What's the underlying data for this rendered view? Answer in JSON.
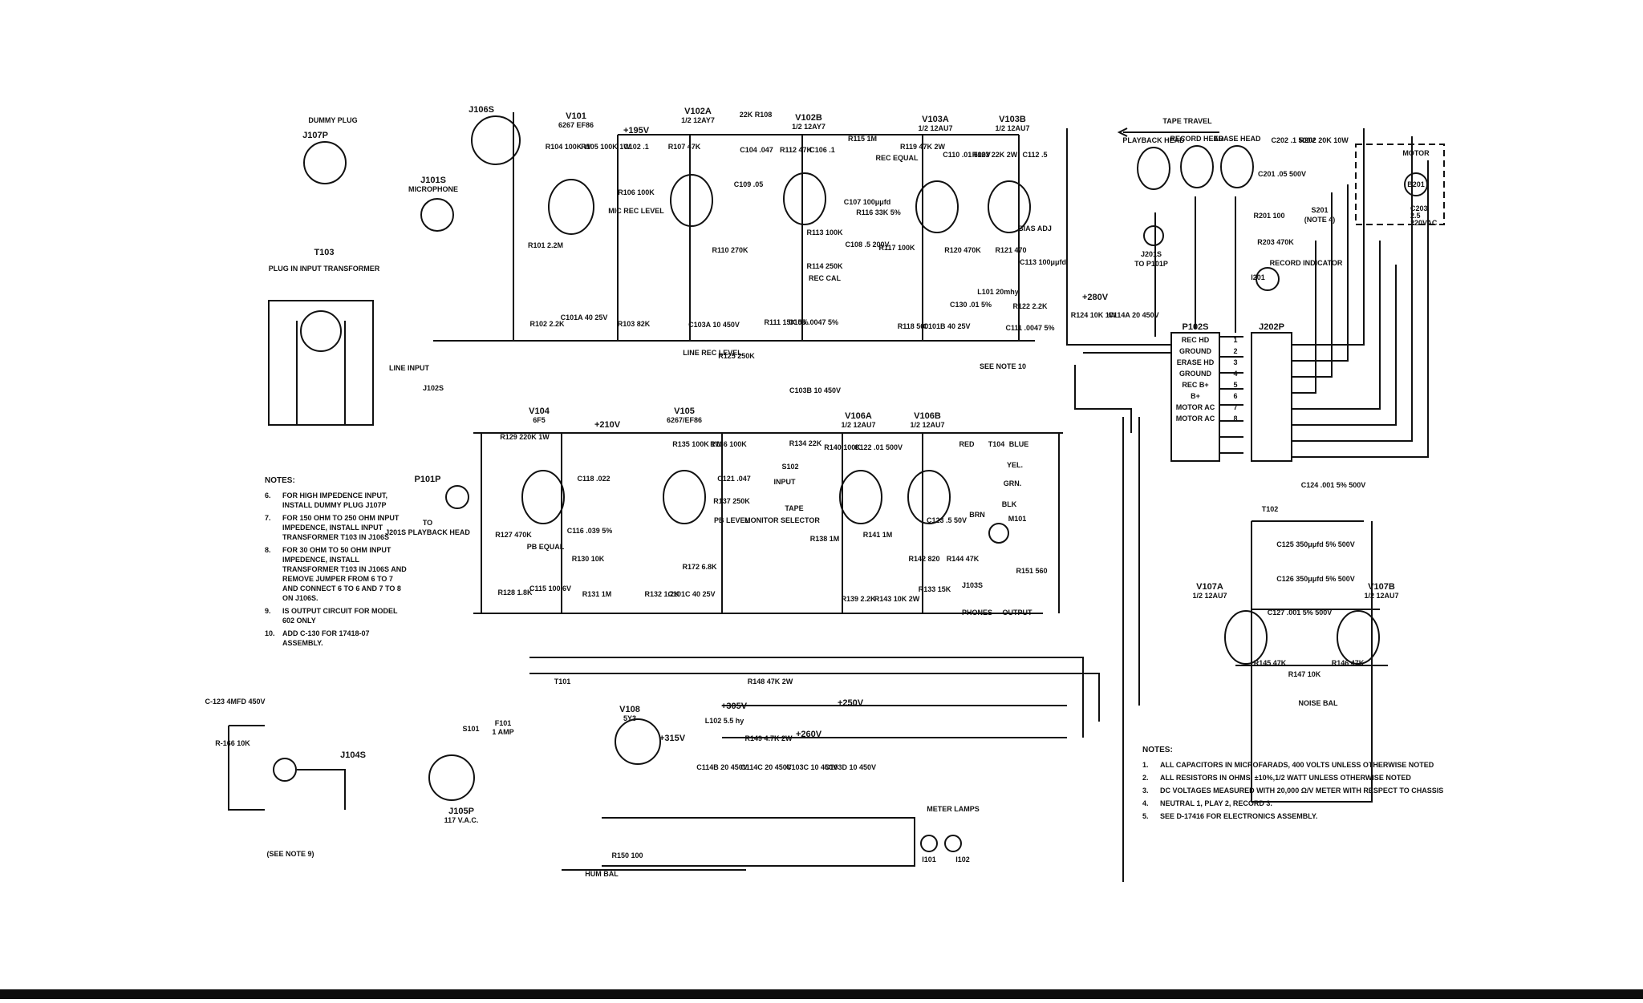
{
  "left_notes": {
    "heading": "NOTES:",
    "items": [
      {
        "num": "6.",
        "text": "FOR HIGH IMPEDENCE INPUT, INSTALL DUMMY PLUG J107P"
      },
      {
        "num": "7.",
        "text": "FOR 150 OHM TO 250 OHM INPUT IMPEDENCE, INSTALL INPUT TRANSFORMER T103 IN J106S"
      },
      {
        "num": "8.",
        "text": "FOR 30 OHM TO 50 OHM INPUT IMPEDENCE, INSTALL TRANSFORMER T103 IN J106S AND REMOVE JUMPER FROM 6 TO 7 AND CONNECT 6 TO 6 AND 7 TO 8 ON J106S."
      },
      {
        "num": "9.",
        "text": "IS OUTPUT CIRCUIT FOR MODEL 602 ONLY"
      },
      {
        "num": "10.",
        "text": "ADD C-130 FOR 17418-07 ASSEMBLY."
      }
    ]
  },
  "right_notes": {
    "heading": "NOTES:",
    "items": [
      {
        "num": "1.",
        "text": "ALL CAPACITORS IN MICROFARADS, 400 VOLTS UNLESS OTHERWISE NOTED"
      },
      {
        "num": "2.",
        "text": "ALL RESISTORS IN OHMS, ±10%,1/2 WATT UNLESS OTHERWISE NOTED"
      },
      {
        "num": "3.",
        "text": "DC VOLTAGES MEASURED WITH 20,000 Ω/V METER WITH RESPECT TO CHASSIS"
      },
      {
        "num": "4.",
        "text": "NEUTRAL 1, PLAY 2, RECORD 3."
      },
      {
        "num": "5.",
        "text": "SEE D-17416 FOR ELECTRONICS ASSEMBLY."
      }
    ]
  },
  "connectors": {
    "j107p": "J107P",
    "j107p_sub": "DUMMY PLUG",
    "j106s": "J106S",
    "j101s": "J101S",
    "j101s_sub": "MICROPHONE",
    "t103": "T103",
    "t103_sub": "PLUG IN INPUT TRANSFORMER",
    "line_input": "LINE INPUT",
    "j102s": "J102S",
    "p101p": "P101P",
    "p101p_to": "TO",
    "p101p_sub": "J201S PLAYBACK HEAD",
    "j105p": "J105P",
    "j105p_sub": "117 V.A.C.",
    "j201s": "J201S",
    "j201s_sub": "TO P101P",
    "p102s": "P102S",
    "j202p": "J202P",
    "phones": "PHONES",
    "output": "OUTPUT",
    "j103s": "J103S",
    "j104s": "J104S"
  },
  "tubes": [
    {
      "id": "v101",
      "name": "V101",
      "type": "6267 EF86"
    },
    {
      "id": "v102a",
      "name": "V102A",
      "type": "1/2 12AY7"
    },
    {
      "id": "v102b",
      "name": "V102B",
      "type": "1/2 12AY7"
    },
    {
      "id": "v103a",
      "name": "V103A",
      "type": "1/2 12AU7"
    },
    {
      "id": "v103b",
      "name": "V103B",
      "type": "1/2 12AU7"
    },
    {
      "id": "v104",
      "name": "V104",
      "type": "6F5"
    },
    {
      "id": "v105",
      "name": "V105",
      "type": "6267/EF86"
    },
    {
      "id": "v106a",
      "name": "V106A",
      "type": "1/2 12AU7"
    },
    {
      "id": "v106b",
      "name": "V106B",
      "type": "1/2 12AU7"
    },
    {
      "id": "v107a",
      "name": "V107A",
      "type": "1/2 12AU7"
    },
    {
      "id": "v107b",
      "name": "V107B",
      "type": "1/2 12AU7"
    },
    {
      "id": "v108",
      "name": "V108",
      "type": "5Y3"
    }
  ],
  "voltages": {
    "b195": "+195V",
    "b210": "+210V",
    "b280": "+280V",
    "b305": "+305V",
    "b250": "+250V",
    "b315": "+315V",
    "b260": "+260V"
  },
  "tape": {
    "travel": "TAPE TRAVEL",
    "playback": "PLAYBACK HEAD",
    "record": "RECORD HEAD",
    "erase": "ERASE HEAD"
  },
  "plug_rows": [
    "REC HD",
    "GROUND",
    "ERASE HD",
    "GROUND",
    "REC B+",
    "B+",
    "MOTOR AC",
    "MOTOR AC"
  ],
  "plug_nums": [
    "1",
    "2",
    "3",
    "4",
    "5",
    "6",
    "7",
    "8"
  ],
  "motor": {
    "label": "MOTOR",
    "b201": "B201",
    "c203": "C203",
    "c203_val": "2.5",
    "c203_v": "220VAC"
  },
  "controls": {
    "mic_rec_level": "MIC REC LEVEL",
    "line_rec_level": "LINE REC LEVEL",
    "rec_equal": "REC EQUAL",
    "rec_cal": "REC CAL",
    "bias_adj": "BIAS ADJ",
    "pb_equal": "PB EQUAL",
    "pb_level": "PB LEVEL",
    "monitor_selector": "MONITOR SELECTOR",
    "input": "INPUT",
    "tape": "TAPE",
    "noise_bal": "NOISE BAL",
    "hum_bal": "HUM BAL",
    "record_indicator": "RECORD INDICATOR",
    "meter_lamps": "METER LAMPS",
    "see_note_10": "SEE NOTE 10",
    "see_note_9": "(SEE NOTE 9)",
    "s201": "S201",
    "s201_note": "(NOTE 4)",
    "s101": "S101",
    "f101": "F101",
    "f101_sub": "1 AMP",
    "s102": "S102"
  },
  "t104": {
    "label": "T104",
    "red": "RED",
    "blue": "BLUE",
    "yel": "YEL.",
    "grn": "GRN.",
    "blk": "BLK",
    "brn": "BRN",
    "m101": "M101"
  },
  "parts": {
    "r104": "R104 100K W",
    "r105": "R105 100K 1W",
    "c102": "C102 .1",
    "r106": "R106 100K",
    "r107": "R107 47K",
    "r108": "22K R108",
    "c104": "C104 .047",
    "c109": "C109 .05",
    "r112": "R112 47K",
    "c106": "C106 .1",
    "r115": "R115 1M",
    "c107": "C107 100μμfd",
    "r116": "R116 33K 5%",
    "r119": "R119 47K 2W",
    "c110": "C110 .01 500V",
    "r123": "R123 22K 2W",
    "c112": "C112 .5",
    "r101": "R101 2.2M",
    "r102": "R102 2.2K",
    "c101a": "C101A 40 25V",
    "r103": "R103 82K",
    "r110": "R110 270K",
    "r113": "R113 100K",
    "r114": "R114 250K",
    "c108": "C108 .5 200V",
    "r117": "R117 100K",
    "r120": "R120 470K",
    "r121": "R121 470",
    "c113": "C113 100μμfd",
    "l101": "L101 20mhy",
    "r122": "R122 2.2K",
    "c130": "C130 .01 5%",
    "r118": "R118 560",
    "c101b": "C101B 40 25V",
    "c111": "C111 .0047 5%",
    "c103a": "C103A 10 450V",
    "r111": "R111 15K 5%",
    "c105": "C105 .0047 5%",
    "r125": "R125 250K",
    "c103b": "C103B 10 450V",
    "r124": "R124 10K 1W",
    "c114a": "C114A 20 450V",
    "r129": "R129 220K 1W",
    "r127": "R127 470K",
    "c118": "C118 .022",
    "c116": "C116 .039 5%",
    "r130": "R130 10K",
    "r128": "R128 1.8K",
    "c115": "C115 100 6V",
    "r131": "R131 1M",
    "r135": "R135 100K 1W",
    "r136": "R136 100K",
    "c121": "C121 .047",
    "r137": "R137 250K",
    "r132": "R132 1.2K",
    "r134": "R134 22K",
    "r138": "R138 1M",
    "r139": "R139 2.2K",
    "c101c": "C101C 40 25V",
    "r140": "R140 100K",
    "c122": "C122 .01 500V",
    "r141": "R141 1M",
    "r142": "R142 820",
    "r143": "R143 10K 2W",
    "r144": "R144 47K",
    "r133": "R133 15K",
    "r151": "R151 560",
    "c123": "C123 .5 50V",
    "r172": "R172 6.8K",
    "c202": "C202 .1 500V",
    "r202": "R202 20K 10W",
    "c201": "C201 .05 500V",
    "r201": "R201 100",
    "r203": "R203 470K",
    "i201": "I201",
    "c124": "C124 .001 5% 500V",
    "t102": "T102",
    "c125": "C125 350μμfd 5% 500V",
    "c126": "C126 350μμfd 5% 500V",
    "c127": "C127 .001 5% 500V",
    "r145": "R145 47K",
    "r146": "R146 47K",
    "r147": "R147 10K",
    "t101": "T101",
    "l102": "L102 5.5 hy",
    "r148": "R148 47K 2W",
    "r149": "R149 4.7K 2W",
    "c114b": "C114B 20 450V",
    "c114c": "C114C 20 450V",
    "c103c": "C103C 10 450V",
    "c103d": "C103D 10 450V",
    "r150": "R150 100",
    "c123b": "C-123 4MFD 450V",
    "r166": "R-166 10K",
    "i101": "I101",
    "i102": "I102"
  }
}
